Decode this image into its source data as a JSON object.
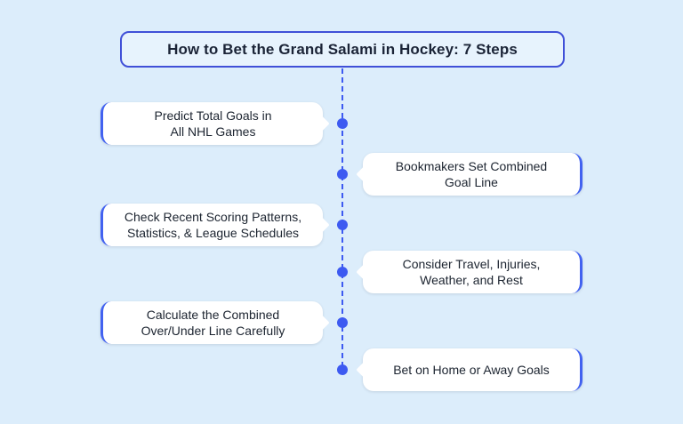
{
  "colors": {
    "background": "#dcedfb",
    "accent_blue": "#3d5af1",
    "title_border": "#4050d8",
    "title_fill": "#e7f3fd",
    "card_fill": "#ffffff",
    "text_dark": "#1c2430"
  },
  "title": {
    "text": "How to Bet the Grand Salami in Hockey: 7 Steps"
  },
  "timeline": {
    "dot_count": 6,
    "style": "dashed-vertical"
  },
  "steps": [
    {
      "side": "left",
      "lines": [
        "Predict Total Goals in",
        "All NHL Games"
      ]
    },
    {
      "side": "right",
      "lines": [
        "Bookmakers Set Combined",
        "Goal Line"
      ]
    },
    {
      "side": "left",
      "lines": [
        "Check Recent Scoring Patterns,",
        "Statistics, & League Schedules"
      ]
    },
    {
      "side": "right",
      "lines": [
        "Consider Travel, Injuries,",
        "Weather, and Rest"
      ]
    },
    {
      "side": "left",
      "lines": [
        "Calculate the Combined",
        "Over/Under Line Carefully"
      ]
    },
    {
      "side": "right",
      "lines": [
        "Bet on Home or Away Goals"
      ]
    }
  ]
}
